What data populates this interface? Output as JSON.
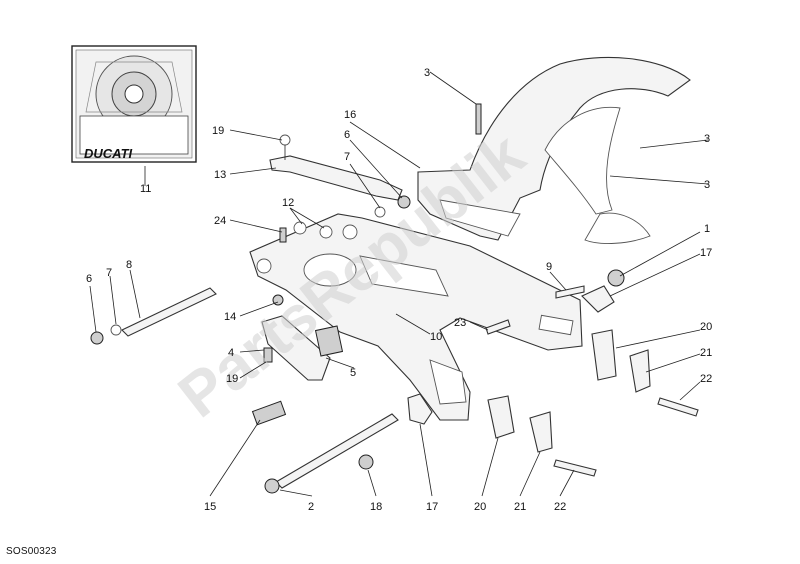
{
  "drawing_code": "SOS00323",
  "inset": {
    "brand": "DUCATI",
    "label": "11"
  },
  "watermark": "PartsRepublik",
  "callouts": [
    {
      "id": "c1",
      "label": "1"
    },
    {
      "id": "c2",
      "label": "2"
    },
    {
      "id": "c3a",
      "label": "3"
    },
    {
      "id": "c3b",
      "label": "3"
    },
    {
      "id": "c3c",
      "label": "3"
    },
    {
      "id": "c4",
      "label": "4"
    },
    {
      "id": "c5",
      "label": "5"
    },
    {
      "id": "c6a",
      "label": "6"
    },
    {
      "id": "c6b",
      "label": "6"
    },
    {
      "id": "c7a",
      "label": "7"
    },
    {
      "id": "c7b",
      "label": "7"
    },
    {
      "id": "c8",
      "label": "8"
    },
    {
      "id": "c9",
      "label": "9"
    },
    {
      "id": "c10",
      "label": "10"
    },
    {
      "id": "c12",
      "label": "12"
    },
    {
      "id": "c13",
      "label": "13"
    },
    {
      "id": "c14",
      "label": "14"
    },
    {
      "id": "c15",
      "label": "15"
    },
    {
      "id": "c16",
      "label": "16"
    },
    {
      "id": "c17a",
      "label": "17"
    },
    {
      "id": "c17b",
      "label": "17"
    },
    {
      "id": "c18",
      "label": "18"
    },
    {
      "id": "c19a",
      "label": "19"
    },
    {
      "id": "c19b",
      "label": "19"
    },
    {
      "id": "c20a",
      "label": "20"
    },
    {
      "id": "c20b",
      "label": "20"
    },
    {
      "id": "c21a",
      "label": "21"
    },
    {
      "id": "c21b",
      "label": "21"
    },
    {
      "id": "c22a",
      "label": "22"
    },
    {
      "id": "c22b",
      "label": "22"
    },
    {
      "id": "c23",
      "label": "23"
    },
    {
      "id": "c24",
      "label": "24"
    }
  ]
}
